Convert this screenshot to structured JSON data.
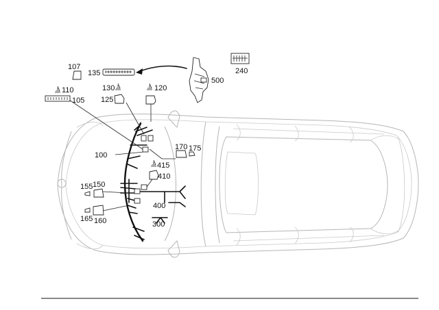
{
  "labels": {
    "p100": "100",
    "p105": "105",
    "p107": "107",
    "p110": "110",
    "p120": "120",
    "p125": "125",
    "p130": "130",
    "p135": "135",
    "p150": "150",
    "p155": "155",
    "p160": "160",
    "p165": "165",
    "p170": "170",
    "p175": "175",
    "p240": "240",
    "p300": "300",
    "p400": "400",
    "p410": "410",
    "p415": "415",
    "p500": "500"
  },
  "colors": {
    "vehicle_outline": "#b5b5b5",
    "harness": "#111111",
    "background": "#ffffff"
  }
}
